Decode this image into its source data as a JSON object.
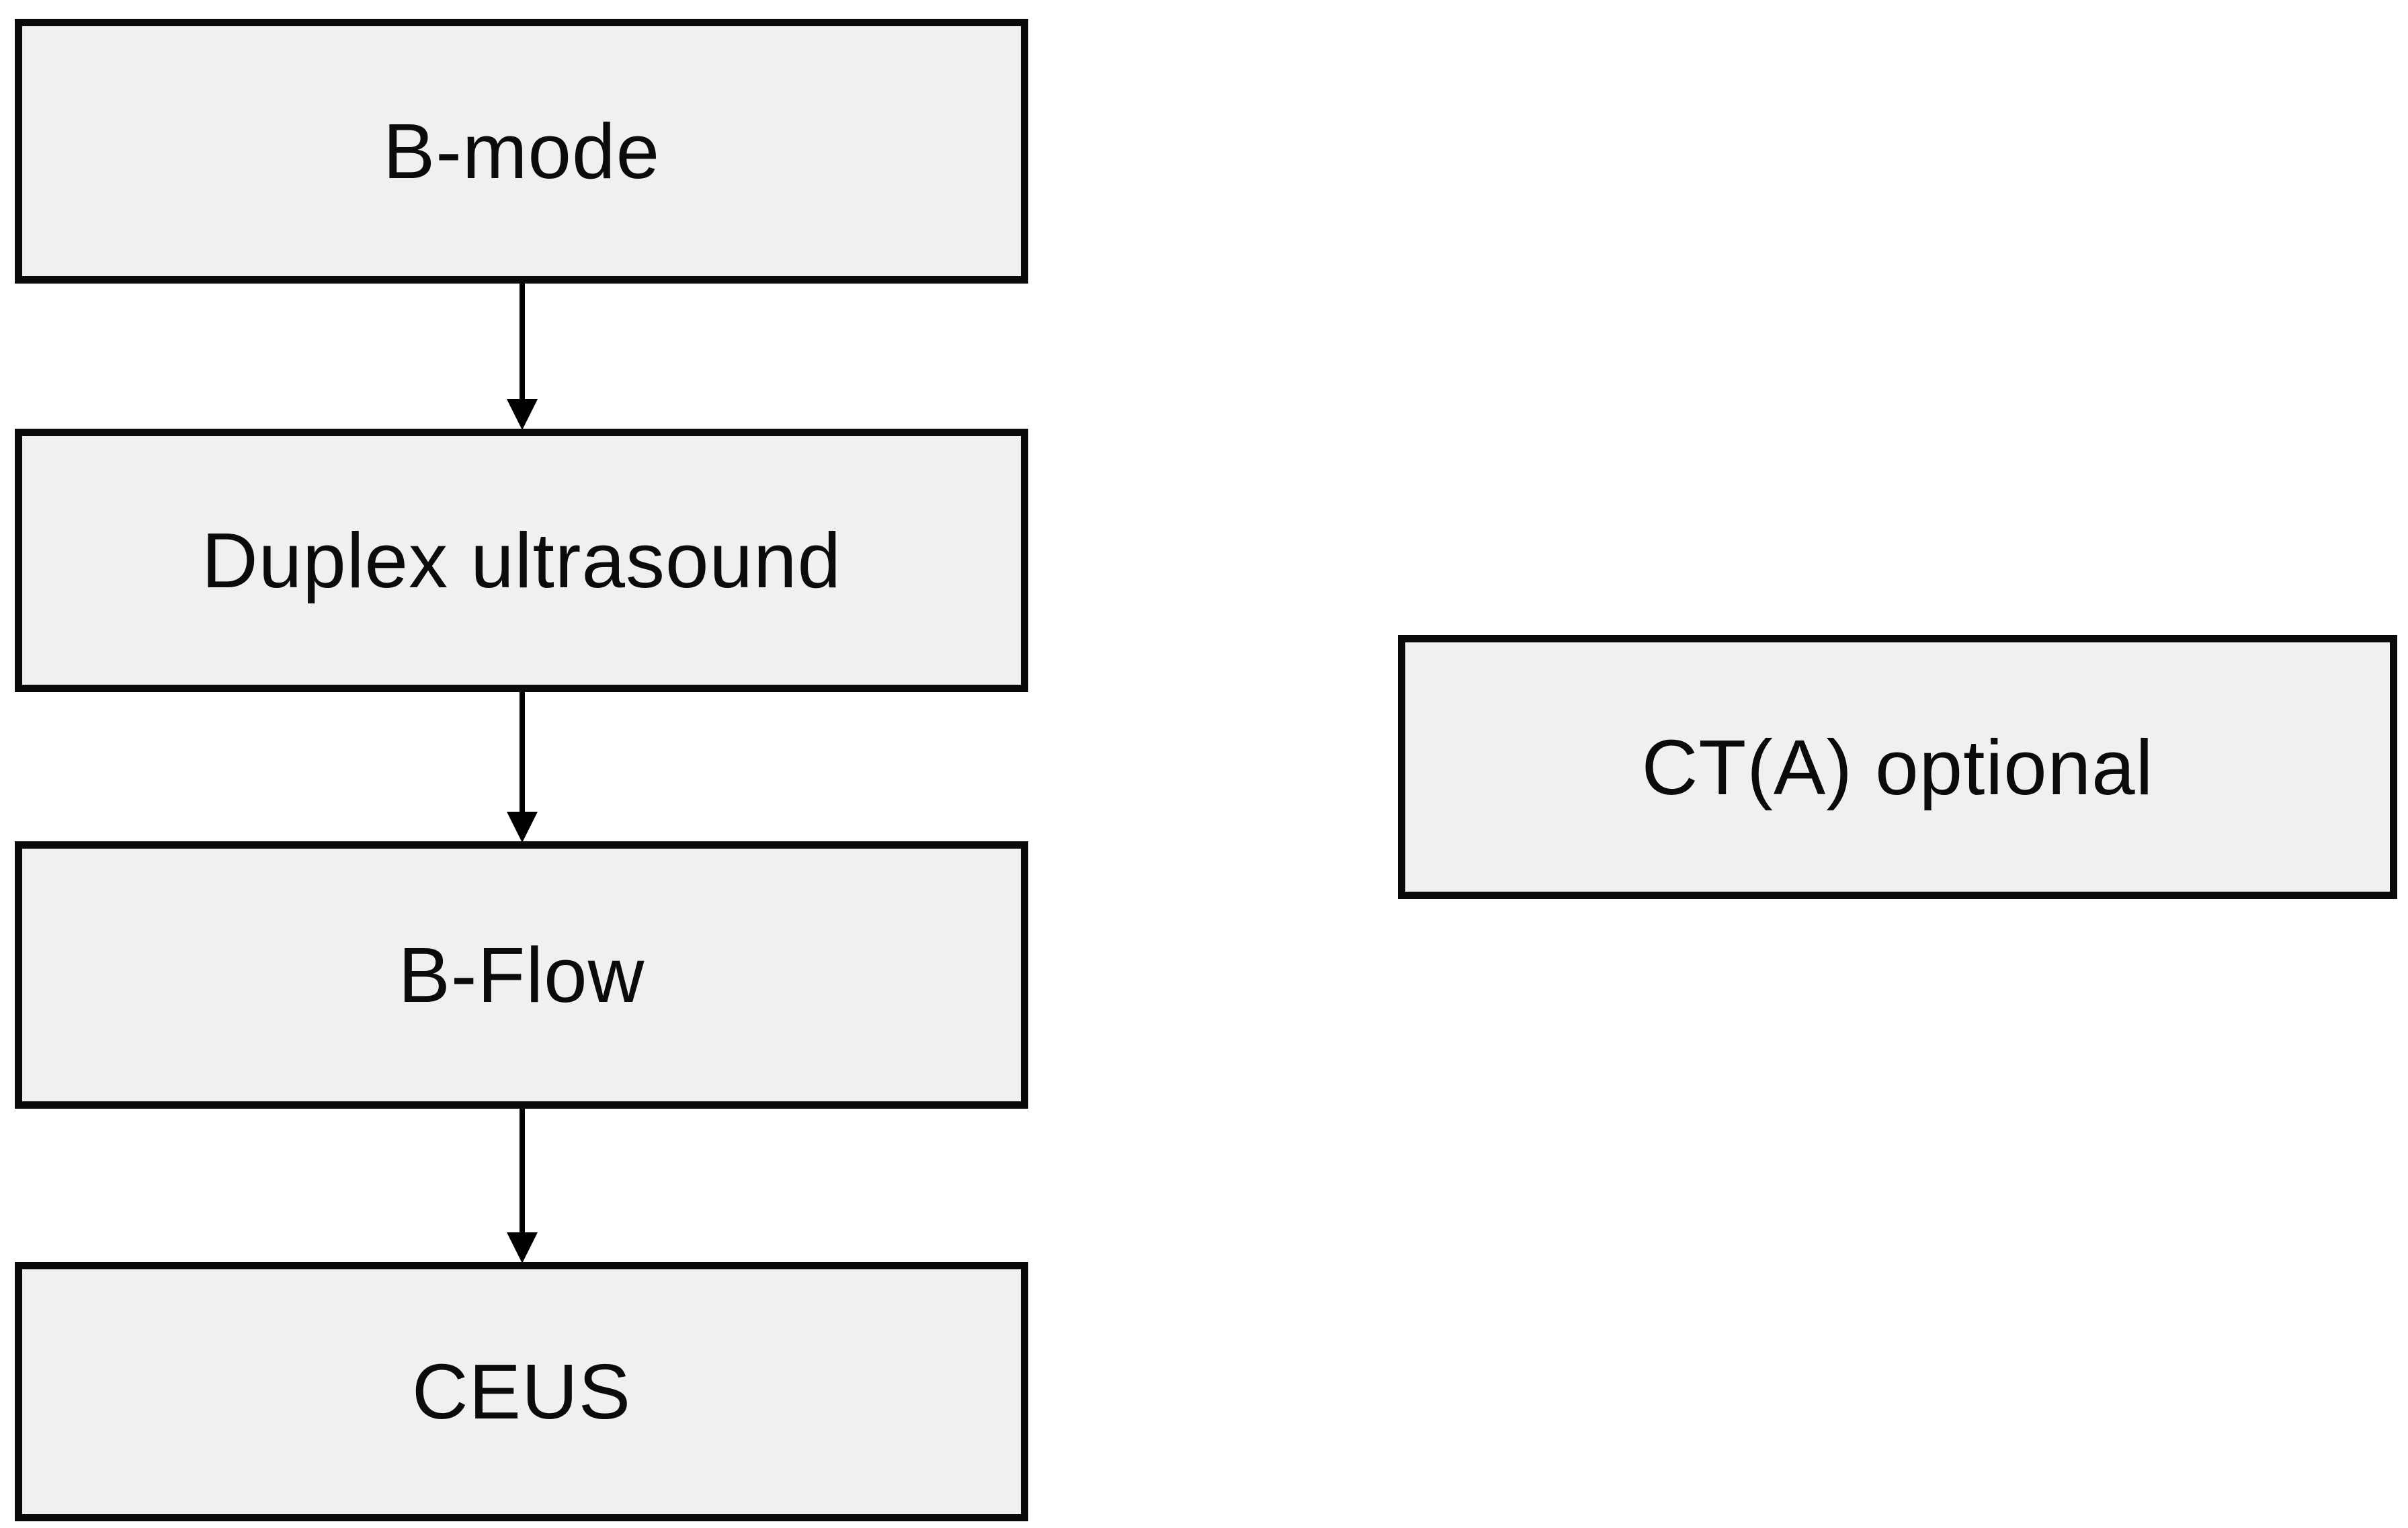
{
  "diagram": {
    "type": "flowchart",
    "title": null,
    "colors": {
      "background": "#ffffff",
      "node_fill": "#f0f0f0",
      "node_border": "#0a0a0a",
      "text": "#0b0b0b",
      "arrow": "#000000"
    },
    "flow_nodes": [
      {
        "id": "bmode",
        "label": "B-mode"
      },
      {
        "id": "duplex",
        "label": "Duplex ultrasound"
      },
      {
        "id": "bflow",
        "label": "B-Flow"
      },
      {
        "id": "ceus",
        "label": "CEUS"
      }
    ],
    "side_node": {
      "id": "ct",
      "label": "CT(A) optional"
    },
    "connections": [
      {
        "from": "B-mode",
        "to": "Duplex ultrasound",
        "style": "arrow-down"
      },
      {
        "from": "Duplex ultrasound",
        "to": "B-Flow",
        "style": "arrow-down"
      },
      {
        "from": "B-Flow",
        "to": "CEUS",
        "style": "arrow-down"
      }
    ]
  }
}
